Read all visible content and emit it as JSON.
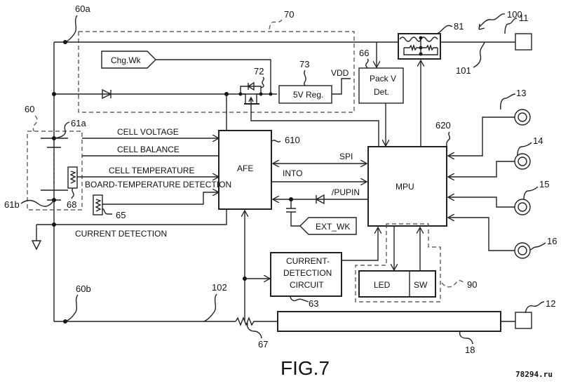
{
  "figure": {
    "title": "FIG.7",
    "watermark": "78294.ru"
  },
  "blocks": {
    "afe": "AFE",
    "mpu": "MPU",
    "pack_v_det_line1": "Pack V",
    "pack_v_det_line2": "Det.",
    "regulator": "5V Reg.",
    "vdd": "VDD",
    "chg_wk": "Chg.Wk",
    "ext_wk": "EXT_WK",
    "current_detection_line1": "CURRENT-",
    "current_detection_line2": "DETECTION",
    "current_detection_line3": "CIRCUIT",
    "led": "LED",
    "sw": "SW"
  },
  "signals": {
    "cell_voltage": "CELL VOLTAGE",
    "cell_balance": "CELL BALANCE",
    "cell_temperature": "CELL TEMPERATURE",
    "board_temperature": "BOARD-TEMPERATURE DETECTION",
    "current_detection": "CURRENT DETECTION",
    "spi": "SPI",
    "into": "INTO",
    "pupin": "/PUPIN"
  },
  "reference_numerals": {
    "r60a": "60a",
    "r60b": "60b",
    "r60": "60",
    "r61a": "61a",
    "r61b": "61b",
    "r63": "63",
    "r65": "65",
    "r66": "66",
    "r67": "67",
    "r68": "68",
    "r70": "70",
    "r72": "72",
    "r73": "73",
    "r81": "81",
    "r90": "90",
    "r100": "100",
    "r101": "101",
    "r102": "102",
    "r610": "610",
    "r620": "620",
    "r11": "11",
    "r12": "12",
    "r13": "13",
    "r14": "14",
    "r15": "15",
    "r16": "16",
    "r18": "18"
  }
}
